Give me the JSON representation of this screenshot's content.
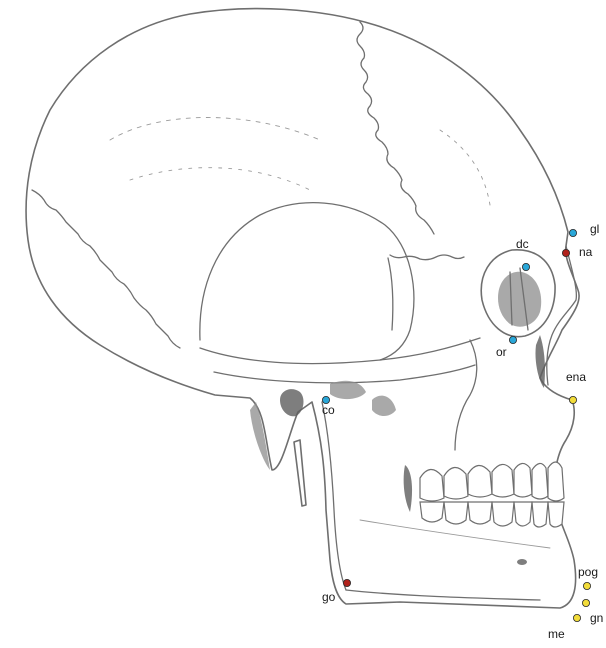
{
  "colors": {
    "blue": "#2aa7d8",
    "red": "#b0211b",
    "yellow": "#f2dc3a"
  },
  "landmarks": [
    {
      "id": "gl",
      "label": "gl",
      "color": "blue"
    },
    {
      "id": "na",
      "label": "na",
      "color": "red"
    },
    {
      "id": "dc",
      "label": "dc",
      "color": "blue"
    },
    {
      "id": "or",
      "label": "or",
      "color": "blue"
    },
    {
      "id": "ena",
      "label": "ena",
      "color": "yellow"
    },
    {
      "id": "co",
      "label": "co",
      "color": "blue"
    },
    {
      "id": "go",
      "label": "go",
      "color": "red"
    },
    {
      "id": "pog",
      "label": "pog",
      "color": "yellow"
    },
    {
      "id": "gn",
      "label": "gn",
      "color": "yellow"
    },
    {
      "id": "me",
      "label": "me",
      "color": "yellow"
    }
  ]
}
